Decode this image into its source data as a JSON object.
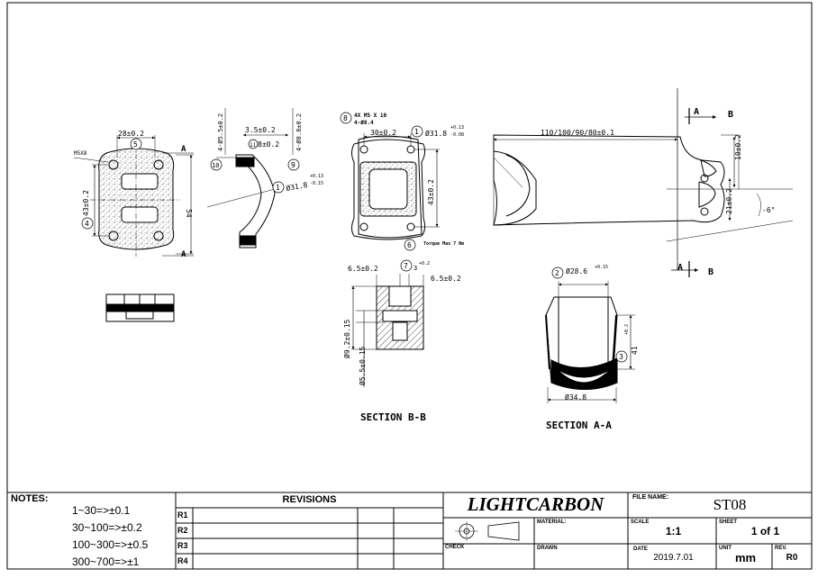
{
  "drawing": {
    "section_b_label": "SECTION B-B",
    "section_a_label": "SECTION A-A",
    "section_markers": {
      "a": "A",
      "b": "B"
    },
    "balloons": [
      "1",
      "2",
      "3",
      "4",
      "5",
      "6",
      "7",
      "8",
      "9",
      "10",
      "11"
    ],
    "dims": {
      "front_top": "28±0.2",
      "front_side": "43±0.2",
      "front_height": "54",
      "thread": "M5X8",
      "side_dim1": "3.5±0.2",
      "side_dim2": "8±0.2",
      "side_vert1": "4-Ø5.5±0.2",
      "side_vert2": "4-Ø8.8±0.2",
      "side_radius": "Ø31.8",
      "side_radius_tol_up": "+0.13",
      "side_radius_tol_dn": "-0.15",
      "plate_top": "30±0.2",
      "plate_note": "4X M5 X 10",
      "plate_note2": "4-Ø8.4",
      "plate_dia": "Ø31.8",
      "plate_dia_tol_up": "+0.13",
      "plate_dia_tol_dn": "-0.08",
      "plate_side": "43±0.2",
      "torque_note": "Torque Max 7 Nm",
      "stem_length": "110/100/90/80±0.1",
      "stem_vert1": "10±0.2",
      "stem_vert2": "21±0.2",
      "stem_angle": "-6°",
      "secb_left": "6.5±0.2",
      "secb_mid": "3",
      "secb_mid_tol": "+0.2",
      "secb_right": "6.5±0.2",
      "secb_vert1": "Ø9.2±0.15",
      "secb_vert2": "Ø5.5±0.15",
      "seca_top": "Ø28.6",
      "seca_top_tol": "+0.15",
      "seca_side": "41",
      "seca_side_tol": "+0.2",
      "seca_bottom": "Ø34.8"
    }
  },
  "notes": {
    "title": "NOTES:",
    "lines": [
      "1~30=>±0.1",
      "30~100=>±0.2",
      "100~300=>±0.5",
      "300~700=>±1"
    ]
  },
  "revisions": {
    "title": "REVISIONS",
    "rows": [
      "R1",
      "R2",
      "R3",
      "R4"
    ]
  },
  "titleblock": {
    "company": "LIGHTCARBON",
    "file_name_label": "FILE NAME:",
    "file_name": "ST08",
    "material_label": "MATERIAL:",
    "scale_label": "SCALE",
    "scale": "1:1",
    "sheet_label": "SHEET",
    "sheet": "1 of 1",
    "check_label": "CHECK",
    "drawn_label": "DRAWN",
    "date_label": "DATE",
    "date": "2019.7.01",
    "unit_label": "UNIT",
    "unit": "mm",
    "rev_label": "REV.",
    "rev": "R0"
  }
}
